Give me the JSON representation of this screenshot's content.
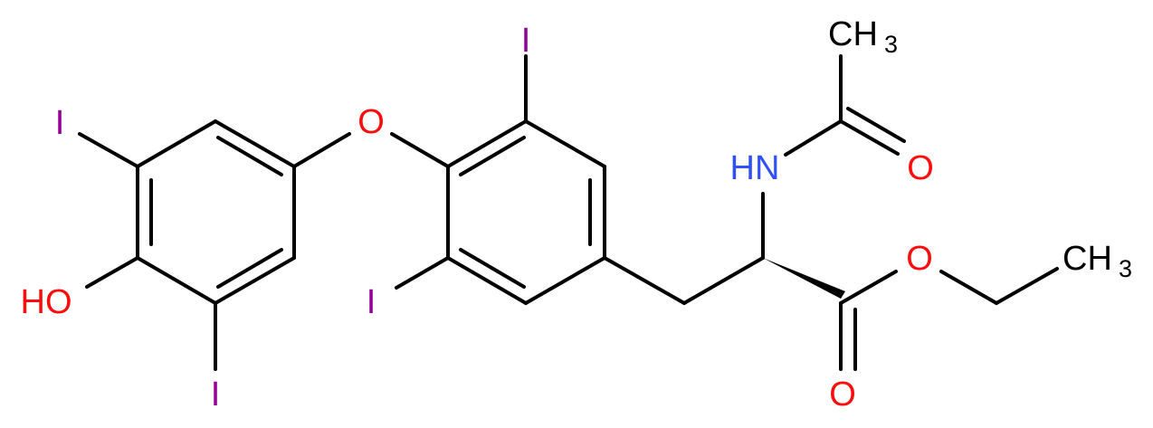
{
  "colors": {
    "bond": "#000000",
    "iodine": "#940094",
    "oxygen": "#ff0d0d",
    "nitrogen": "#3050f8",
    "carbon": "#000000",
    "background": "#ffffff"
  },
  "atoms": {
    "iodine_label": "I",
    "ether_o": "O",
    "hydroxyl": "HO",
    "amide_nh": "HN",
    "amide_o": "O",
    "ester_o_single": "O",
    "ester_o_double": "O",
    "methyl_c": "CH",
    "methyl_sub": "3"
  }
}
